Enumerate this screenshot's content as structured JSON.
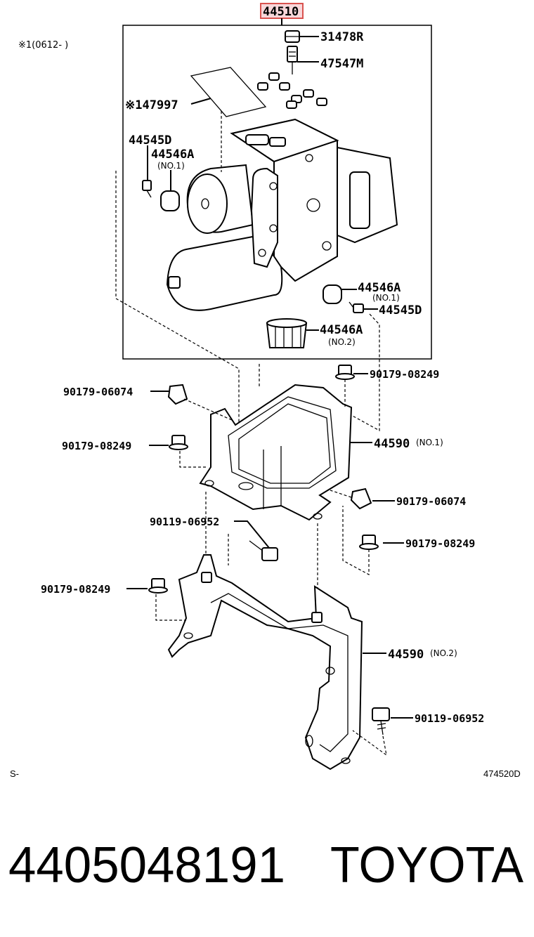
{
  "header": {
    "assembly_part": "44510",
    "note": "※1(0612-      )"
  },
  "labels": {
    "p31478R": "31478R",
    "p47547M": "47547M",
    "p47997": "※147997",
    "p44545D_top": "44545D",
    "p44546A_no1_top": "44546A",
    "p44546A_no1_top_sub": "(NO.1)",
    "p44546A_no1_right": "44546A",
    "p44546A_no1_right_sub": "(NO.1)",
    "p44545D_right": "44545D",
    "p44546A_no2": "44546A",
    "p44546A_no2_sub": "(NO.2)",
    "p90179_08249_a": "90179-08249",
    "p90179_06074_a": "90179-06074",
    "p44590_no1": "44590",
    "p44590_no1_sub": "(NO.1)",
    "p90179_08249_b": "90179-08249",
    "p90179_06074_b": "90179-06074",
    "p90119_06952_a": "90119-06952",
    "p90179_08249_c": "90179-08249",
    "p90179_08249_d": "90179-08249",
    "p44590_no2": "44590",
    "p44590_no2_sub": "(NO.2)",
    "p90119_06952_b": "90119-06952"
  },
  "footer": {
    "left_code": "S-",
    "right_code": "474520D",
    "part_number": "4405048191",
    "brand": "TOYOTA"
  },
  "colors": {
    "highlight": "#d9534f",
    "highlight_fill": "#f8d7da"
  }
}
